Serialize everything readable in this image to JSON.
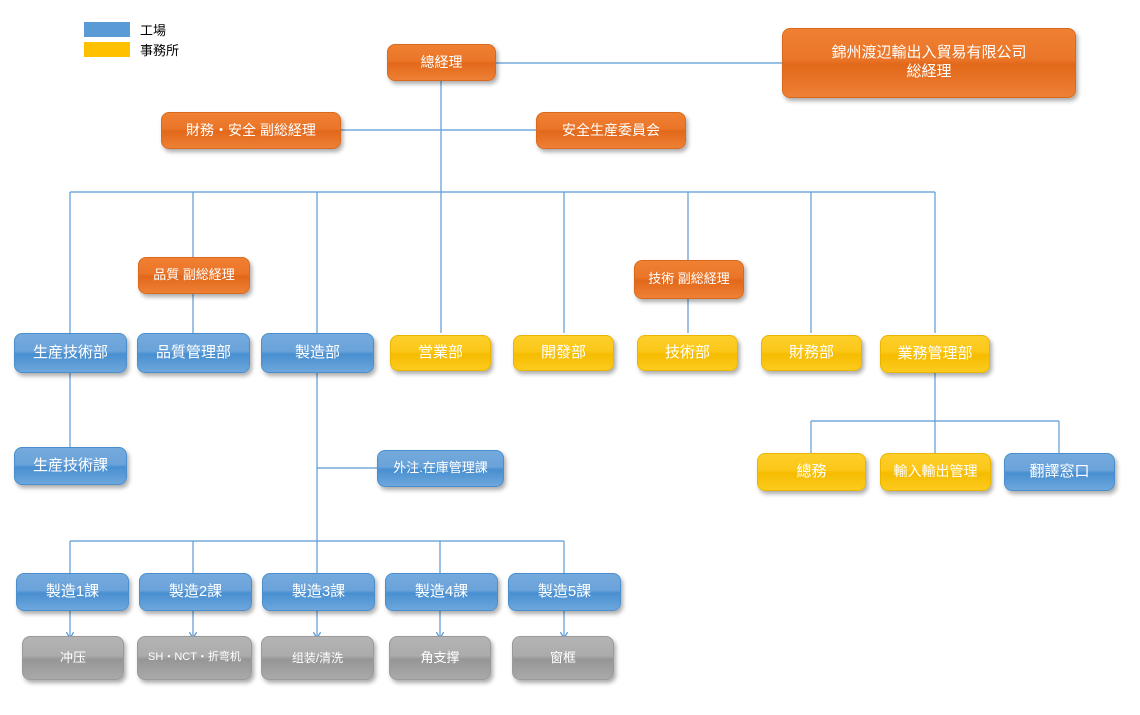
{
  "legend": {
    "items": [
      {
        "label": "工場",
        "color": "#5b9bd5",
        "swatch_class": "sw-blue"
      },
      {
        "label": "事務所",
        "color": "#ffc000",
        "swatch_class": "sw-yellow"
      }
    ]
  },
  "colors": {
    "factory_blue": "#5b9bd5",
    "office_yellow": "#ffc000",
    "executive_orange": "#ed7d31",
    "process_gray": "#a6a6a6",
    "connector_blue": "#5b9bd5"
  },
  "nodes": {
    "general_manager": "總経理",
    "parent_company": "錦州渡辺輸出入貿易有限公司\n総経理",
    "parent_company_line1": "錦州渡辺輸出入貿易有限公司",
    "parent_company_line2": "総経理",
    "finance_safety_deputy": "財務・安全 副総経理",
    "safety_production_committee": "安全生産委員会",
    "quality_deputy": "品質 副総経理",
    "technology_deputy": "技術 副総経理",
    "dept_production_engineering": "生産技術部",
    "dept_quality_control": "品質管理部",
    "dept_manufacturing": "製造部",
    "dept_sales": "営業部",
    "dept_development": "開發部",
    "dept_technology": "技術部",
    "dept_finance": "財務部",
    "dept_business_admin": "業務管理部",
    "sec_production_engineering": "生産技術課",
    "sec_outsourcing_inventory": "外注.在庫管理課",
    "sec_general_affairs": "總務",
    "sec_import_export": "輸入輸出管理",
    "sec_translation_desk": "翻譯窓口",
    "mfg_section_1": "製造1課",
    "mfg_section_2": "製造2課",
    "mfg_section_3": "製造3課",
    "mfg_section_4": "製造4課",
    "mfg_section_5": "製造5課",
    "process_stamping": "冲压",
    "process_sh_nct_bending": "SH・NCT・折弯机",
    "process_assembly_cleaning": "组装/清洗",
    "process_corner_bracket": "角支撑",
    "process_window_frame": "窗框"
  }
}
